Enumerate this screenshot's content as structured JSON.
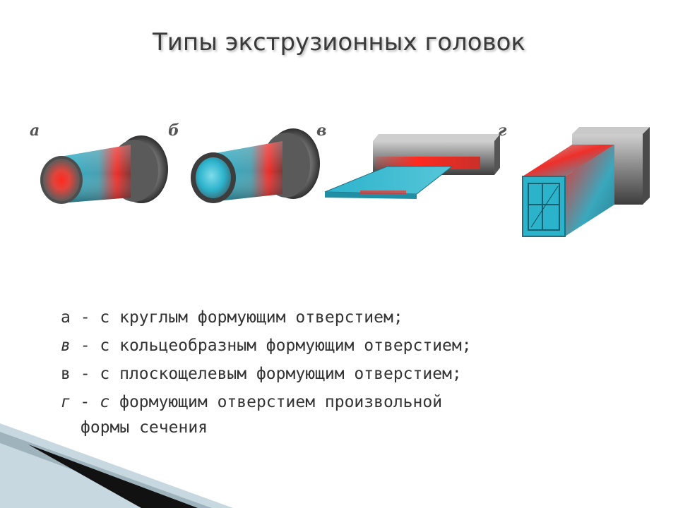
{
  "title": "Типы экструзионных головок",
  "figure": {
    "labels": [
      "а",
      "б",
      "в",
      "г"
    ],
    "colors": {
      "body_cyan": "#2cb3cc",
      "hot_red": "#ef2f2a",
      "steel_grey": "#6f6f6f",
      "dark_grey": "#3a3a3a",
      "light_grey": "#bdbdbd"
    }
  },
  "legend": [
    {
      "prefix": "а",
      "text": " - с круглым формующим отверстием;"
    },
    {
      "prefix": "в",
      "text": " - с кольцеобразным формующим отверстием;"
    },
    {
      "prefix": "в",
      "text": " - с плоскощелевым формующим отверстием;"
    },
    {
      "prefix": "г - с",
      "text": " формующим отверстием произвольной",
      "continuation": "формы сечения"
    }
  ]
}
